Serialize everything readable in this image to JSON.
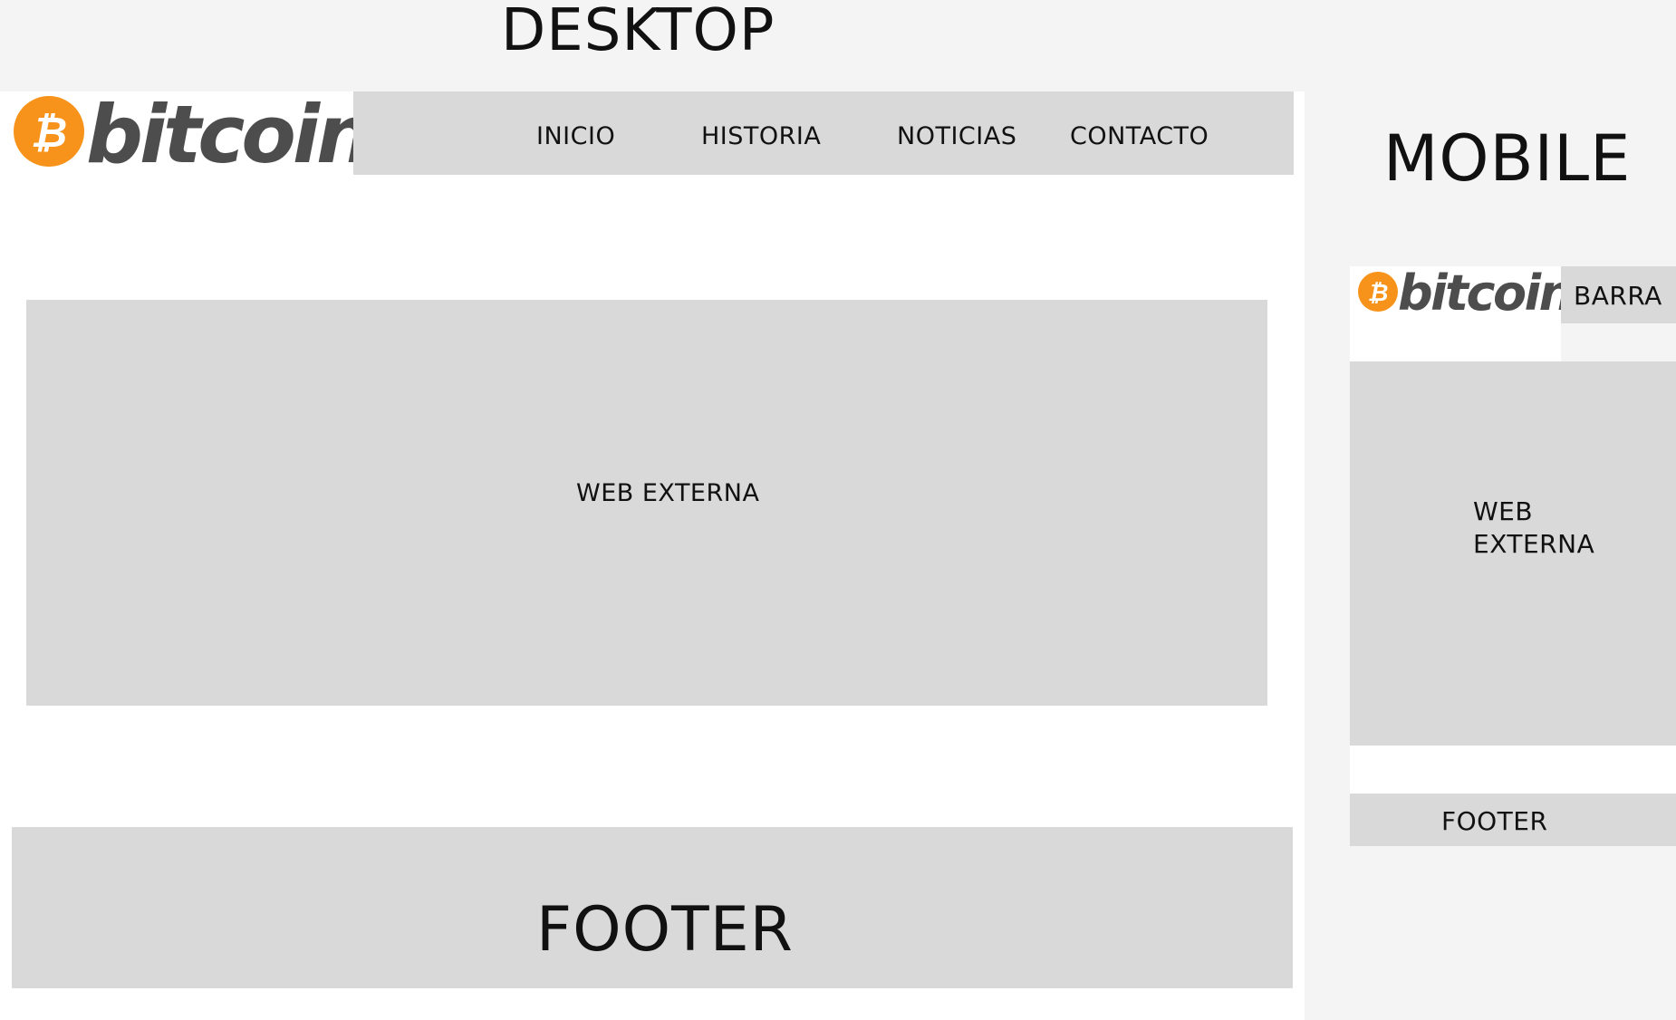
{
  "headings": {
    "desktop": "DESKTOP",
    "mobile": "MOBILE"
  },
  "desktop": {
    "logo_text": "bitcoin",
    "nav": {
      "items": [
        "INICIO",
        "HISTORIA",
        "NOTICIAS",
        "CONTACTO"
      ]
    },
    "web_label": "WEB EXTERNA",
    "footer_label": "FOOTER"
  },
  "mobile": {
    "logo_text": "bitcoin",
    "nav_label": "BARRA",
    "web_label": "WEB\nEXTERNA",
    "footer_label": "FOOTER"
  },
  "colors": {
    "page_bg": "#f4f4f4",
    "frame_bg": "#ffffff",
    "block_gray": "#d9d9d9",
    "bitcoin_orange": "#f7931a",
    "bitcoin_text": "#4d4d4d"
  },
  "icons": {
    "logo_mark": "bitcoin-coin-icon"
  }
}
